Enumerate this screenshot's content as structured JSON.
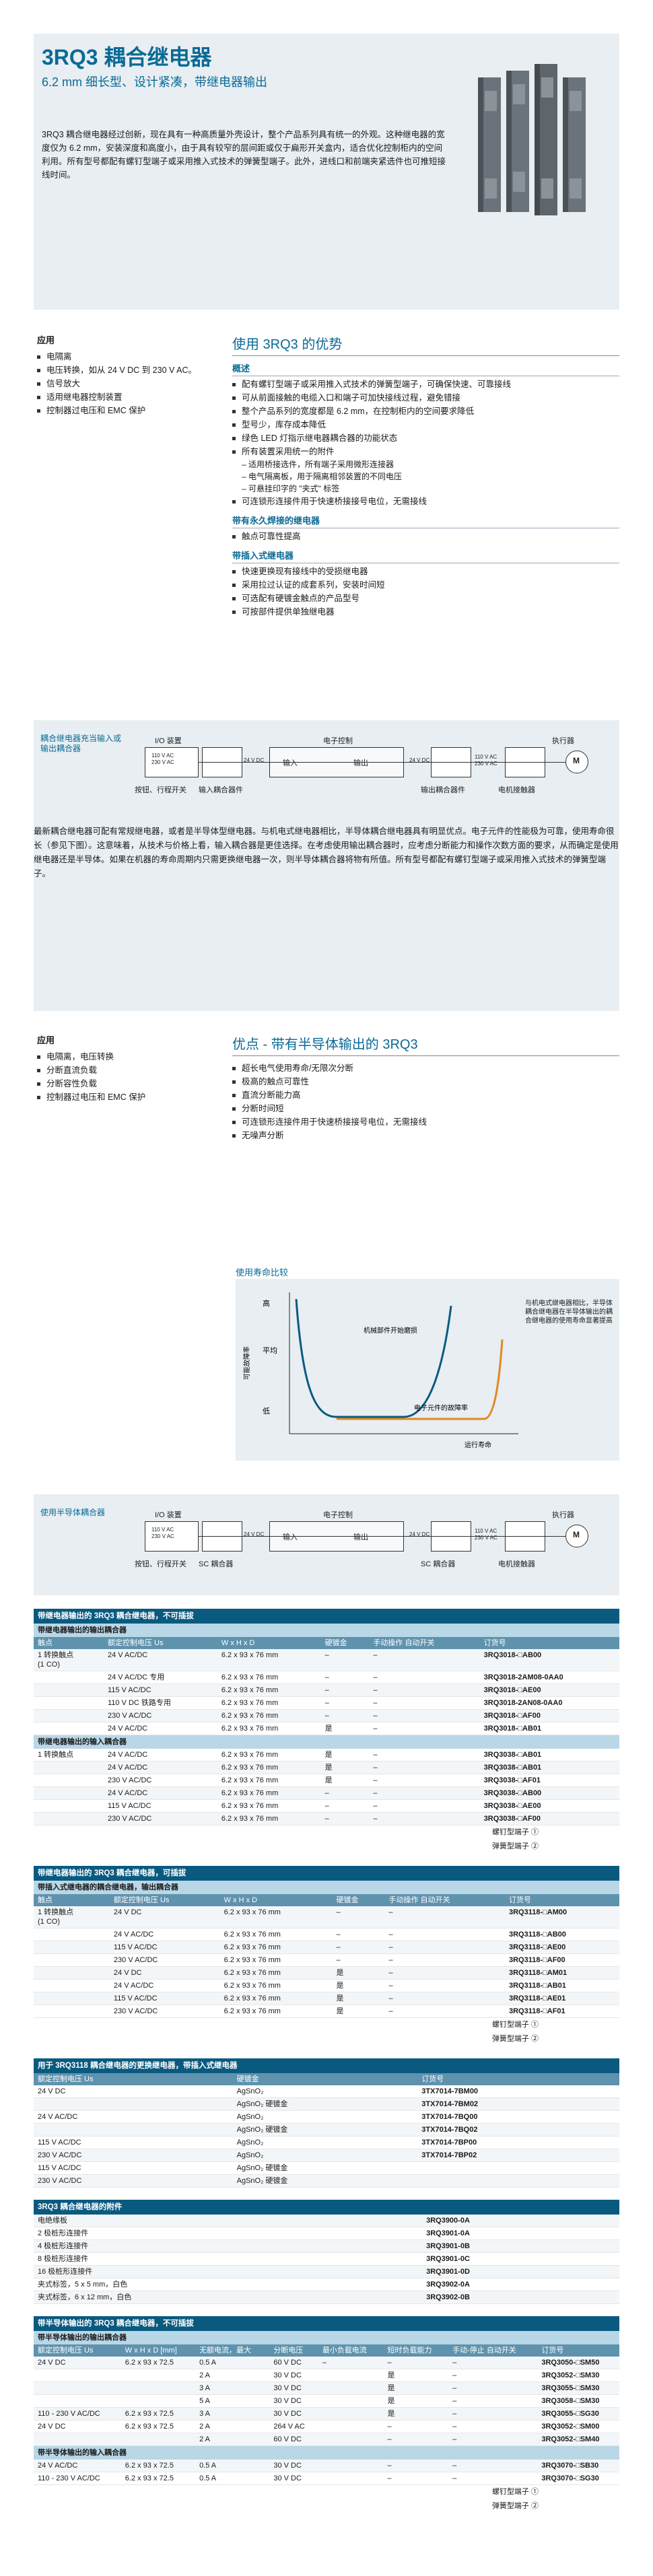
{
  "header": {
    "title": "3RQ3 耦合继电器",
    "subtitle": "6.2 mm 细长型、设计紧凑，带继电器输出"
  },
  "intro": "3RQ3 耦合继电器经过创新，现在具有一种高质量外壳设计，整个产品系列具有统一的外观。这种继电器的宽度仅为 6.2 mm，安装深度和高度小，由于具有较窄的层间距或仅于扁形开关盒内，适合优化控制柜内的空间利用。所有型号都配有螺钉型端子或采用推入式技术的弹簧型端子。此外，进线口和前端夹紧选件也可推短接线时间。",
  "sec1": {
    "apps_label": "应用",
    "apps": [
      "电隔离",
      "电压转换，如从 24 V DC 到 230 V AC。",
      "信号放大",
      "适用继电器控制装置",
      "控制器过电压和 EMC 保护"
    ],
    "adv_title": "使用 3RQ3 的优势",
    "overview_label": "概述",
    "overview": [
      "配有螺钉型端子或采用推入式技术的弹簧型端子，可确保快速、可靠接线",
      "可从前面接触的电缆入口和端子可加快接线过程，避免错接",
      "整个产品系列的宽度都是 6.2 mm，在控制柜内的空间要求降低",
      "型号少，库存成本降低",
      "绿色 LED 灯指示继电器耦合器的功能状态",
      "所有装置采用统一的附件"
    ],
    "overview_dash": [
      "适用桥接选件，所有端子采用微形连接器",
      "电气隔离板，用于隔离相邻装置的不同电压",
      "可悬挂印字的 \"夹式\" 标签"
    ],
    "overview_last": "可连锁形连接件用于快速桥接接号电位，无需接线",
    "perm_label": "带有永久焊接的继电器",
    "perm": [
      "触点可靠性提高"
    ],
    "plug_label": "带插入式继电器",
    "plug": [
      "快速更换现有接线中的受损继电器",
      "采用拉过认证的成套系列，安装时间短",
      "可选配有硬镀金触点的产品型号",
      "可按部件提供单独继电器"
    ]
  },
  "diag1": {
    "title": "耦合继电器充当输入或输出耦合器",
    "io": "I/O 装置",
    "ctrl": "电子控制",
    "act": "执行器",
    "v1": "110 V AC",
    "v2": "230 V AC",
    "dc": "24 V DC",
    "in": "输入",
    "out": "输出",
    "l1": "按钮、行程开关",
    "l2": "输入耦合器件",
    "l3": "输出耦合器件",
    "l4": "电机接触器"
  },
  "bodytext": "最新耦合继电器可配有常规继电器，或者是半导体型继电器。与机电式继电器相比，半导体耦合继电器具有明显优点。电子元件的性能极为可靠，使用寿命很长（参见下图）。这意味着，从技术与价格上看，输入耦合器是更佳选择。在考虑使用输出耦合器时，应考虑分断能力和操作次数方面的要求，从而确定是使用继电器还是半导体。如果在机器的寿命周期内只需更换继电器一次，则半导体耦合器将物有所值。所有型号都配有螺钉型端子或采用推入式技术的弹簧型端子。",
  "sec2": {
    "apps_label": "应用",
    "apps": [
      "电隔离，电压转换",
      "分断直流负载",
      "分断容性负载",
      "控制器过电压和 EMC 保护"
    ],
    "adv_title": "优点 - 带有半导体输出的 3RQ3",
    "adv": [
      "超长电气使用寿命/无限次分断",
      "极高的触点可靠性",
      "直流分断能力高",
      "分断时间短",
      "可连锁形连接件用于快速桥接接号电位，无需接线",
      "无噪声分断"
    ]
  },
  "life": {
    "title": "使用寿命比较",
    "y_high": "高",
    "y_mid": "平均",
    "y_low": "低",
    "y_axis": "可能故障率",
    "x_axis": "运行寿命",
    "l_mech": "机械部件开始磨损",
    "l_elec": "电子元件的故障率",
    "note": "与机电式继电器相比，半导体耦合继电器在半导体输出的耦合继电器的使用寿命显著提高"
  },
  "diag2": {
    "title": "使用半导体耦合器",
    "io": "I/O 装置",
    "ctrl": "电子控制",
    "act": "执行器",
    "v1": "110 V AC",
    "v2": "230 V AC",
    "dc": "24 V DC",
    "in": "输入",
    "out": "输出",
    "l1": "按钮、行程开关",
    "l2": "SC 耦合器",
    "l3": "SC 耦合器",
    "l4": "电机接触器"
  },
  "t1": {
    "title": "带继电器输出的 3RQ3 耦合继电器，不可插拔",
    "sub1": "带继电器输出的输出耦合器",
    "headers": [
      "触点",
      "额定控制电压 Us",
      "W x H x D",
      "硬镀金",
      "手动操作 自动开关",
      "订货号"
    ],
    "rows1": [
      [
        "1 转换触点\n(1 CO)",
        "24 V AC/DC",
        "6.2 x 93 x 76 mm",
        "–",
        "–",
        "3RQ3018-□AB00"
      ],
      [
        "",
        "24 V AC/DC 专用",
        "6.2 x 93 x 76 mm",
        "–",
        "–",
        "3RQ3018-2AM08-0AA0"
      ],
      [
        "",
        "115 V AC/DC",
        "6.2 x 93 x 76 mm",
        "–",
        "–",
        "3RQ3018-□AE00"
      ],
      [
        "",
        "110 V DC 铁路专用",
        "6.2 x 93 x 76 mm",
        "–",
        "–",
        "3RQ3018-2AN08-0AA0"
      ],
      [
        "",
        "230 V AC/DC",
        "6.2 x 93 x 76 mm",
        "–",
        "–",
        "3RQ3018-□AF00"
      ],
      [
        "",
        "24 V AC/DC",
        "6.2 x 93 x 76 mm",
        "是",
        "–",
        "3RQ3018-□AB01"
      ]
    ],
    "sub2": "带继电器输出的输入耦合器",
    "rows2": [
      [
        "1 转换触点",
        "24 V AC/DC",
        "6.2 x 93 x 76 mm",
        "是",
        "–",
        "3RQ3038-□AB01"
      ],
      [
        "",
        "24 V AC/DC",
        "6.2 x 93 x 76 mm",
        "是",
        "–",
        "3RQ3038-□AB01"
      ],
      [
        "",
        "230 V AC/DC",
        "6.2 x 93 x 76 mm",
        "是",
        "–",
        "3RQ3038-□AF01"
      ],
      [
        "",
        "24 V AC/DC",
        "6.2 x 93 x 76 mm",
        "–",
        "–",
        "3RQ3038-□AB00"
      ],
      [
        "",
        "115 V AC/DC",
        "6.2 x 93 x 76 mm",
        "–",
        "–",
        "3RQ3038-□AE00"
      ],
      [
        "",
        "230 V AC/DC",
        "6.2 x 93 x 76 mm",
        "–",
        "–",
        "3RQ3038-□AF00"
      ]
    ],
    "f1": "螺钉型端子 ①",
    "f2": "弹簧型端子 ②"
  },
  "t2": {
    "title": "带继电器输出的 3RQ3 耦合继电器，可插拔",
    "sub1": "带插入式继电器的耦合继电器，输出耦合器",
    "headers": [
      "触点",
      "额定控制电压 Us",
      "W x H x D",
      "硬镀金",
      "手动操作 自动开关",
      "订货号"
    ],
    "rows": [
      [
        "1 转换触点\n(1 CO)",
        "24 V DC",
        "6.2 x 93 x 76 mm",
        "–",
        "–",
        "3RQ3118-□AM00"
      ],
      [
        "",
        "24 V AC/DC",
        "6.2 x 93 x 76 mm",
        "–",
        "–",
        "3RQ3118-□AB00"
      ],
      [
        "",
        "115 V AC/DC",
        "6.2 x 93 x 76 mm",
        "–",
        "–",
        "3RQ3118-□AE00"
      ],
      [
        "",
        "230 V AC/DC",
        "6.2 x 93 x 76 mm",
        "–",
        "–",
        "3RQ3118-□AF00"
      ],
      [
        "",
        "24 V DC",
        "6.2 x 93 x 76 mm",
        "是",
        "–",
        "3RQ3118-□AM01"
      ],
      [
        "",
        "24 V AC/DC",
        "6.2 x 93 x 76 mm",
        "是",
        "–",
        "3RQ3118-□AB01"
      ],
      [
        "",
        "115 V AC/DC",
        "6.2 x 93 x 76 mm",
        "是",
        "–",
        "3RQ3118-□AE01"
      ],
      [
        "",
        "230 V AC/DC",
        "6.2 x 93 x 76 mm",
        "是",
        "–",
        "3RQ3118-□AF01"
      ]
    ],
    "f1": "螺钉型端子 ①",
    "f2": "弹簧型端子 ②"
  },
  "t3": {
    "title": "用于 3RQ3118 耦合继电器的更换继电器，带插入式继电器",
    "headers": [
      "额定控制电压 Us",
      "硬镀金",
      "订货号"
    ],
    "rows": [
      [
        "24 V DC",
        "AgSnO₂",
        "3TX7014-7BM00"
      ],
      [
        "",
        "AgSnO₂ 硬镀金",
        "3TX7014-7BM02"
      ],
      [
        "24 V AC/DC",
        "AgSnO₂",
        "3TX7014-7BQ00"
      ],
      [
        "",
        "AgSnO₂ 硬镀金",
        "3TX7014-7BQ02"
      ],
      [
        "115 V AC/DC",
        "AgSnO₂",
        "3TX7014-7BP00"
      ],
      [
        "230 V AC/DC",
        "AgSnO₂",
        "3TX7014-7BP02"
      ],
      [
        "115 V AC/DC",
        "AgSnO₂ 硬镀金",
        ""
      ],
      [
        "230 V AC/DC",
        "AgSnO₂ 硬镀金",
        ""
      ]
    ]
  },
  "t4": {
    "title": "3RQ3 耦合继电器的附件",
    "rows": [
      [
        "电绝缘板",
        "3RQ3900-0A"
      ],
      [
        "2 极桩形连接件",
        "3RQ3901-0A"
      ],
      [
        "4 极桩形连接件",
        "3RQ3901-0B"
      ],
      [
        "8 极桩形连接件",
        "3RQ3901-0C"
      ],
      [
        "16 极桩形连接件",
        "3RQ3901-0D"
      ],
      [
        "夹式标签，5 x 5 mm，白色",
        "3RQ3902-0A"
      ],
      [
        "夹式标签，6 x 12 mm，白色",
        "3RQ3902-0B"
      ]
    ]
  },
  "t5": {
    "title": "带半导体输出的 3RQ3 耦合继电器，不可插拔",
    "sub1": "带半导体输出的输出耦合器",
    "headers": [
      "额定控制电压 Us",
      "W x H x D [mm]",
      "无额电流，最大",
      "分断电压",
      "最小负载电流",
      "短时负载能力",
      "手动-停止 自动开关",
      "订货号"
    ],
    "rows1": [
      [
        "24 V DC",
        "6.2 x 93 x 72.5",
        "0.5 A",
        "60 V DC",
        "–",
        "–",
        "–",
        "3RQ3050-□SM50"
      ],
      [
        "",
        "",
        "2 A",
        "30 V DC",
        "",
        "是",
        "–",
        "3RQ3052-□SM30"
      ],
      [
        "",
        "",
        "3 A",
        "30 V DC",
        "",
        "是",
        "–",
        "3RQ3055-□SM30"
      ],
      [
        "",
        "",
        "5 A",
        "30 V DC",
        "",
        "是",
        "–",
        "3RQ3058-□SM30"
      ],
      [
        "110 - 230 V AC/DC",
        "6.2 x 93 x 72.5",
        "3 A",
        "30 V DC",
        "",
        "是",
        "–",
        "3RQ3055-□SG30"
      ],
      [
        "24 V DC",
        "6.2 x 93 x 72.5",
        "2 A",
        "264 V AC",
        "",
        "–",
        "–",
        "3RQ3052-□SM00"
      ],
      [
        "",
        "",
        "2 A",
        "60 V DC",
        "",
        "–",
        "–",
        "3RQ3052-□SM40"
      ]
    ],
    "sub2": "带半导体输出的输入耦合器",
    "rows2": [
      [
        "24 V AC/DC",
        "6.2 x 93 x 72.5",
        "0.5 A",
        "30 V DC",
        "",
        "–",
        "–",
        "3RQ3070-□SB30"
      ],
      [
        "110 - 230 V AC/DC",
        "6.2 x 93 x 72.5",
        "0.5 A",
        "30 V DC",
        "",
        "–",
        "–",
        "3RQ3070-□SG30"
      ]
    ],
    "f1": "螺钉型端子 ①",
    "f2": "弹簧型端子 ②"
  }
}
